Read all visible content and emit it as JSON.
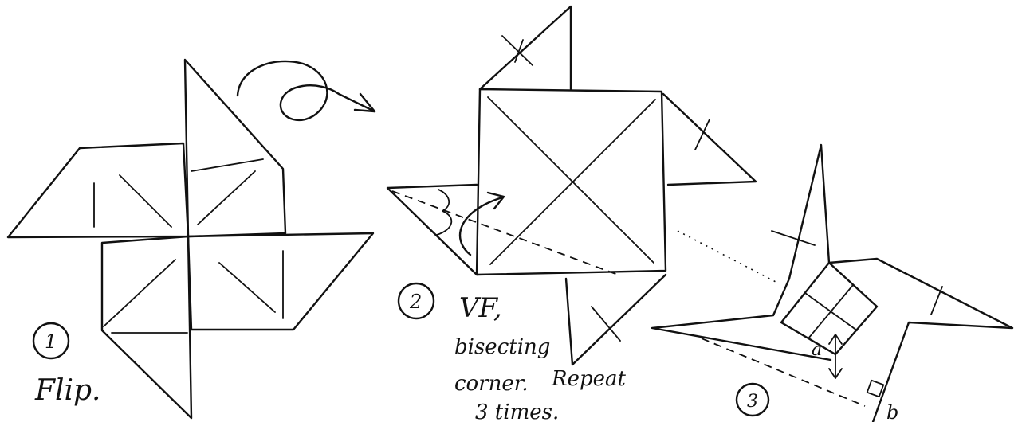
{
  "steps": [
    {
      "number": "1",
      "text_lines": [
        "Flip."
      ]
    },
    {
      "number": "2",
      "text_lines": [
        "VF,",
        "bisecting",
        "corner.",
        "Repeat",
        "3 times."
      ]
    },
    {
      "number": "3",
      "point_labels": [
        "a",
        "b"
      ]
    }
  ]
}
